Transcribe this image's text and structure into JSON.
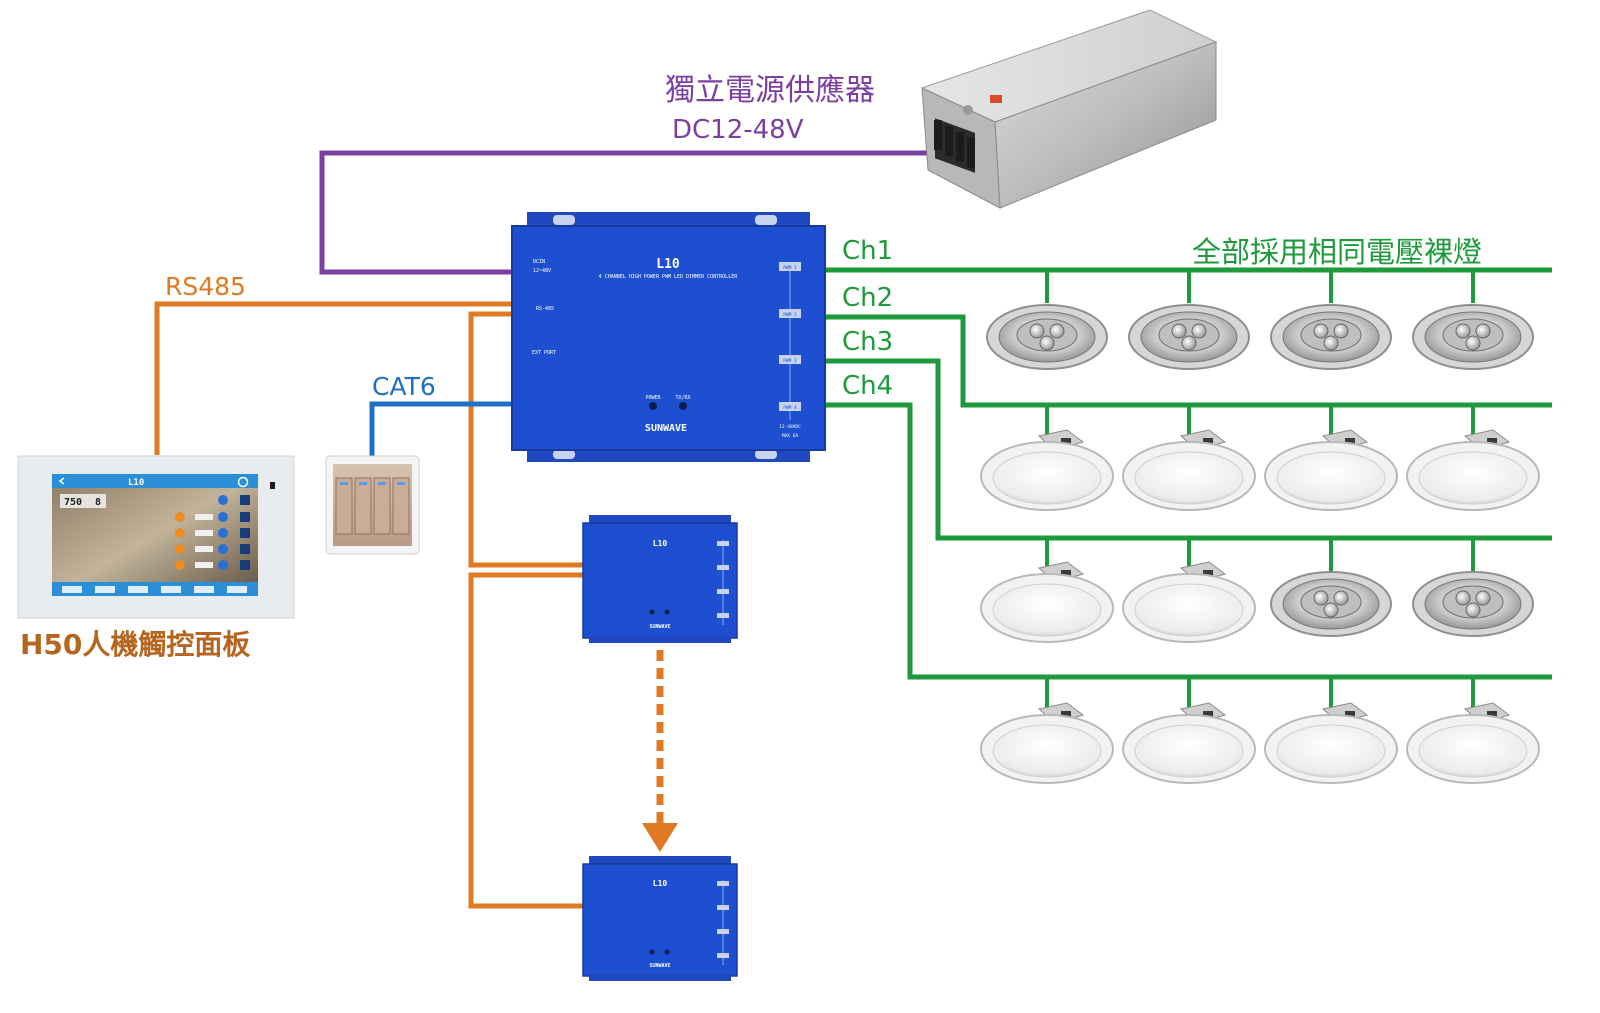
{
  "labels": {
    "power_supply": "獨立電源供應器",
    "voltage": "DC12-48V",
    "rs485": "RS485",
    "cat6": "CAT6",
    "panel": "H50人機觸控面板",
    "lamps_note": "全部採用相同電壓裸燈",
    "ch1": "Ch1",
    "ch2": "Ch2",
    "ch3": "Ch3",
    "ch4": "Ch4"
  },
  "controller": {
    "model": "L10",
    "subtitle": "4 CHANNEL HIGH POWER PWM LED DIMMER CONTROLLER",
    "brand": "SUNWAVE",
    "power_label": "POWER",
    "txrx_label": "TX/RX",
    "dcin": "DCIN",
    "dcin_range": "12~48V",
    "rs485_port": "RS-485",
    "ext_port": "EXT PORT",
    "out_spec": "12-48VDC",
    "out_max": "MAX 6A",
    "pwm1": "PWM 1",
    "pwm2": "PWM 2",
    "pwm3": "PWM 3",
    "pwm4": "PWM 4"
  },
  "panel_screen": {
    "title": "L10",
    "value": "750",
    "digit": "8"
  },
  "colors": {
    "power_line": "#7b3fa0",
    "rs485_line": "#e07a22",
    "cat6_line": "#1f6fc4",
    "channel_line": "#1e9a3c",
    "controller_blue": "#1f4fd1",
    "panel_label": "#b5651d"
  },
  "lamp_rows": [
    [
      "spot",
      "spot",
      "spot",
      "spot"
    ],
    [
      "downlight",
      "downlight",
      "downlight",
      "downlight"
    ],
    [
      "downlight",
      "downlight",
      "spot",
      "spot"
    ],
    [
      "downlight",
      "downlight",
      "downlight",
      "downlight"
    ]
  ]
}
